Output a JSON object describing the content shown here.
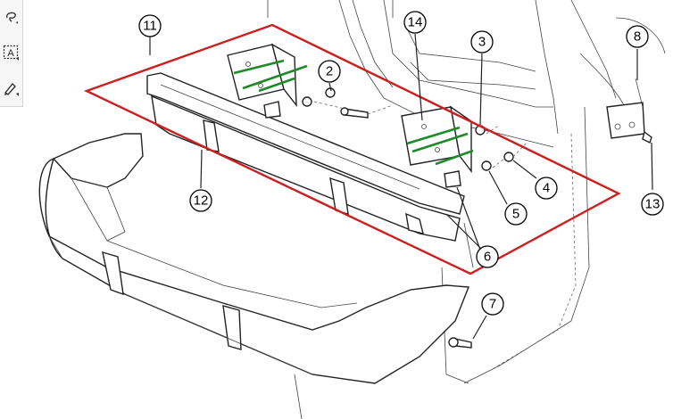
{
  "toolbar": {
    "tools": [
      {
        "name": "lasso-tool",
        "icon": "lasso-icon"
      },
      {
        "name": "text-select-tool",
        "icon": "text-select-icon"
      },
      {
        "name": "highlight-tool",
        "icon": "pen-highlight-icon"
      }
    ]
  },
  "diagram": {
    "callouts": [
      "11",
      "2",
      "3",
      "14",
      "8",
      "12",
      "4",
      "5",
      "6",
      "13",
      "7"
    ],
    "colors": {
      "highlight_frame": "#cc1f1f",
      "annotation_lines": "#1e8a2a",
      "ink": "#222222"
    }
  }
}
